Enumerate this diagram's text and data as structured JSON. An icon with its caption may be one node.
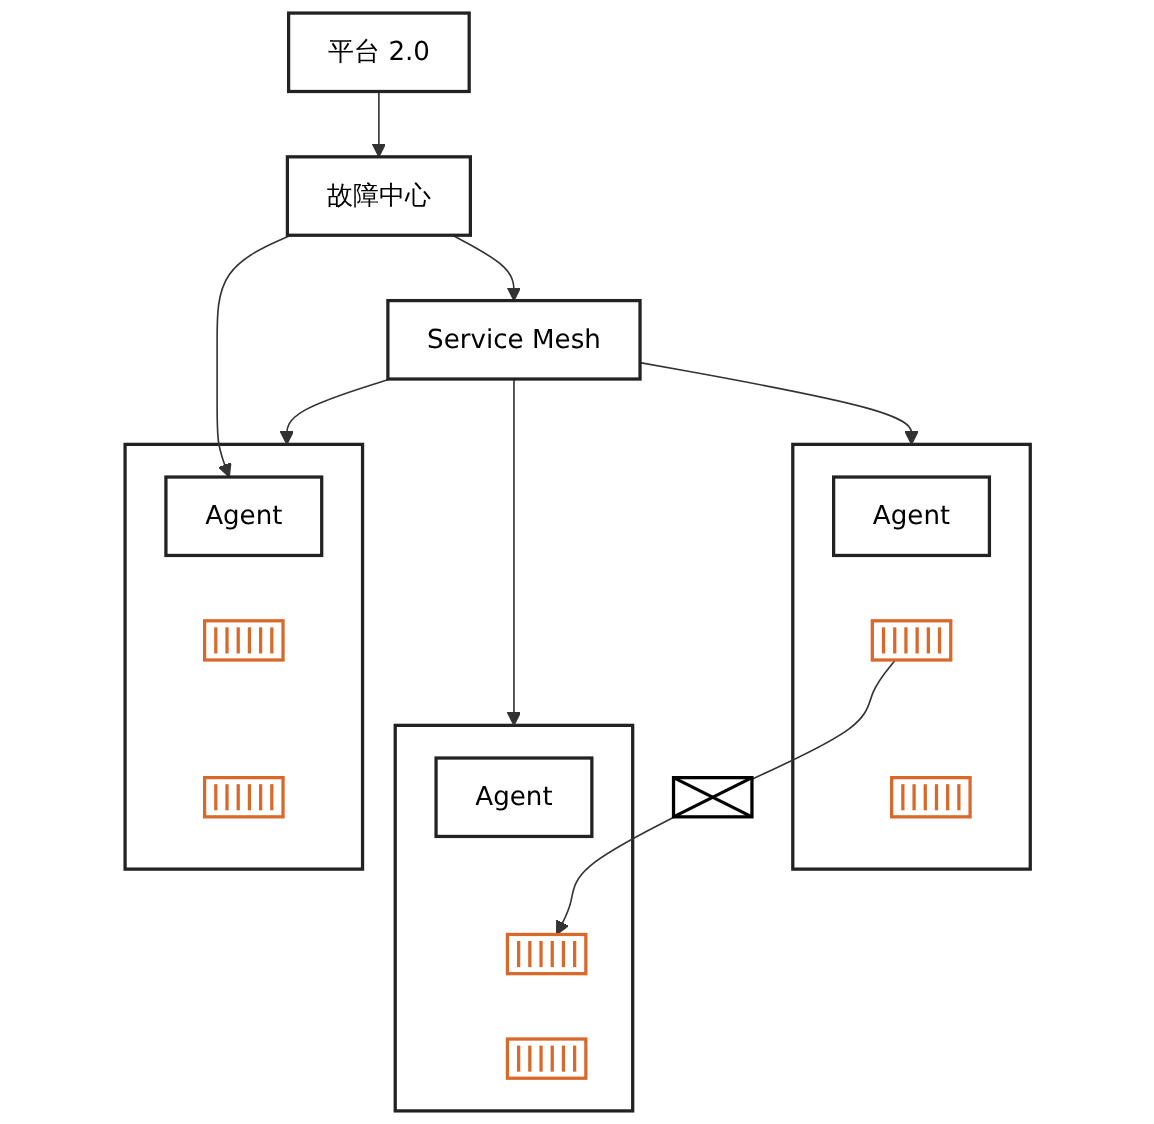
{
  "diagram": {
    "nodes": [
      {
        "text": [
          "平台 2.0"
        ]
      },
      {
        "text": [
          "故障中心"
        ]
      },
      {
        "text": [
          "Service Mesh"
        ]
      },
      {
        "text": [],
        "shape": "box"
      },
      {
        "text": [
          "Agent"
        ],
        "in": 3
      },
      {
        "text": [],
        "shape": "box",
        "in": 3
      },
      {
        "text": [],
        "shape": "box",
        "in": 3
      },
      {
        "text": [],
        "shape": "box"
      },
      {
        "text": [],
        "shape": "box"
      },
      {
        "text": [
          "Agent"
        ],
        "in": 8
      },
      {
        "text": [],
        "shape": "box",
        "in": 8
      },
      {
        "text": [],
        "shape": "box",
        "in": 8
      },
      {
        "text": [],
        "shape": "box"
      },
      {
        "text": [
          "Agent"
        ],
        "in": 12
      },
      {
        "text": [],
        "shape": "box",
        "in": 12
      },
      {
        "text": [],
        "shape": "box",
        "in": 12
      }
    ],
    "edges": [
      {
        "from": 0,
        "to": 1,
        "arrow": "to"
      },
      {
        "from": 1,
        "to": 2,
        "arrow": "to"
      },
      {
        "from": 1,
        "to": 13,
        "arrow": "to"
      },
      {
        "from": 2,
        "to": 3,
        "arrow": "to"
      },
      {
        "from": 2,
        "to": 8,
        "arrow": "to"
      },
      {
        "from": 2,
        "to": 12,
        "arrow": "to"
      },
      {
        "from": 5,
        "to": 7,
        "arrow": "none"
      },
      {
        "from": 7,
        "to": 10,
        "arrow": "to"
      }
    ]
  }
}
